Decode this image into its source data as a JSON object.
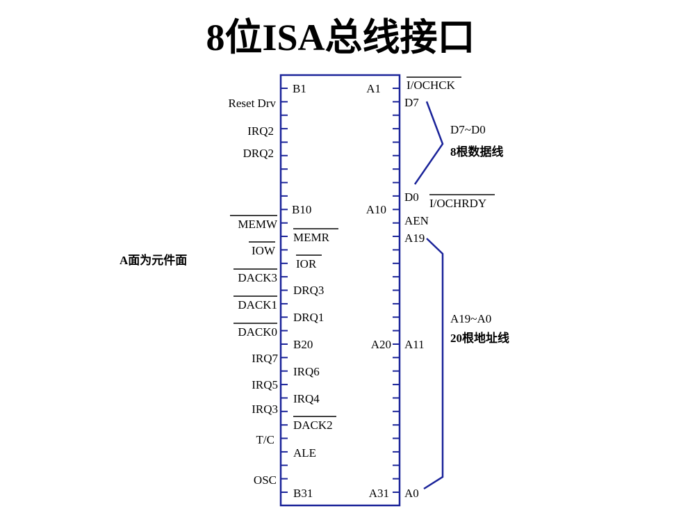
{
  "title": "8位ISA总线接口",
  "colors": {
    "line": "#1a2399",
    "text": "#000000",
    "background": "#ffffff"
  },
  "left_labels": {
    "reset_drv": "Reset Drv",
    "irq2": "IRQ2",
    "drq2": "DRQ2",
    "memw": "MEMW",
    "iow": "IOW",
    "dack3": "DACK3",
    "dack1": "DACK1",
    "dack0": "DACK0",
    "irq7": "IRQ7",
    "irq5": "IRQ5",
    "irq3": "IRQ3",
    "tc": "T/C",
    "osc": "OSC"
  },
  "inner_left_labels": {
    "b1": "B1",
    "b10": "B10",
    "memr": "MEMR",
    "ior": "IOR",
    "drq3": "DRQ3",
    "drq1": "DRQ1",
    "b20": "B20",
    "irq6": "IRQ6",
    "irq4": "IRQ4",
    "dack2": "DACK2",
    "ale": "ALE",
    "b31": "B31"
  },
  "inner_right_labels": {
    "a1": "A1",
    "a10": "A10",
    "a20": "A20",
    "a31": "A31"
  },
  "right_labels": {
    "iochck": "I/OCHCK",
    "d7": "D7",
    "d0": "D0",
    "iochrdy": "I/OCHRDY",
    "aen": "AEN",
    "a19": "A19",
    "a11": "A11",
    "a0": "A0"
  },
  "annotations": {
    "data_range": "D7~D0",
    "data_desc": "8根数据线",
    "addr_range": "A19~A0",
    "addr_desc": "20根地址线",
    "side_note": "A面为元件面"
  }
}
